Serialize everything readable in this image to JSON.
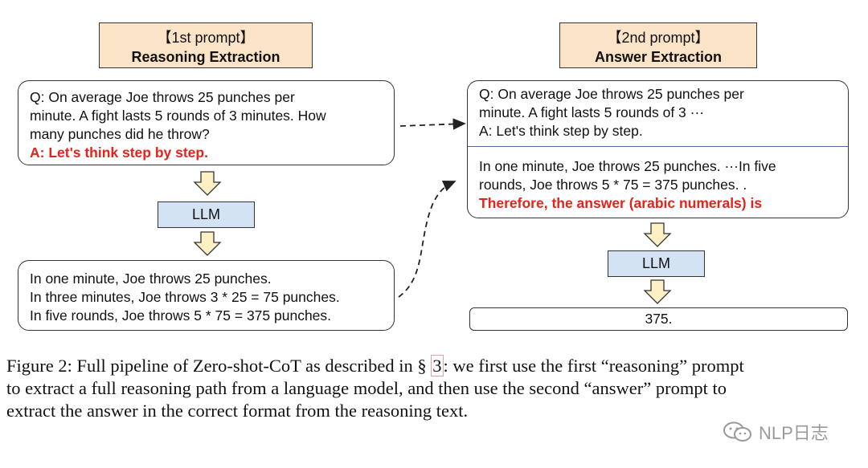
{
  "left": {
    "header": {
      "line1": "【1st prompt】",
      "line2": "Reasoning Extraction"
    },
    "prompt_box": {
      "lines": [
        "Q: On average Joe throws 25 punches per",
        "minute.  A fight lasts 5 rounds of 3 minutes.  How",
        "many punches did he throw?"
      ],
      "trigger": "A: Let's think step by step."
    },
    "llm_label": "LLM",
    "output_box": {
      "lines": [
        "In one minute, Joe throws 25 punches.",
        "In three minutes, Joe throws 3 * 25 = 75 punches.",
        "In five rounds, Joe throws 5 * 75 = 375 punches."
      ]
    }
  },
  "right": {
    "header": {
      "line1": "【2nd prompt】",
      "line2": "Answer Extraction"
    },
    "prompt_box": {
      "top_lines": [
        "Q: On average Joe throws 25 punches per",
        "minute.  A fight lasts 5 rounds of 3 ···",
        "A: Let's think step by step."
      ],
      "bottom_lines": [
        "In one minute, Joe throws 25 punches. ···In five",
        "rounds, Joe throws 5 * 75 = 375 punches. ."
      ],
      "trigger": "Therefore, the answer (arabic numerals) is"
    },
    "llm_label": "LLM",
    "answer": "375."
  },
  "caption": {
    "line1_pre": "Figure 2: Full pipeline of Zero-shot-CoT as described in § ",
    "ref": "3",
    "line1_post": ": we first use the first “reasoning” prompt",
    "line2": "to extract a full reasoning path from a language model, and then use the second “answer” prompt to",
    "line3": "extract the answer in the correct format from the reasoning text."
  },
  "watermark": {
    "text": "NLP日志",
    "icon": "wechat-icon"
  },
  "colors": {
    "header_bg": "#fbe3c8",
    "llm_bg": "#d3e3f4",
    "trigger_red": "#e3241b",
    "arrow_fill": "#fdf0c4"
  }
}
